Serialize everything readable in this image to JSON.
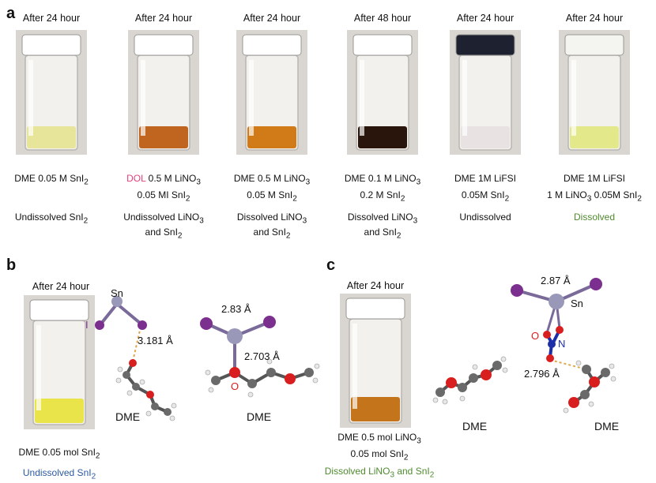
{
  "panels": {
    "a": "a",
    "b": "b",
    "c": "c"
  },
  "panel_a": {
    "vials": [
      {
        "title": "After 24 hour",
        "cap_color": "#ffffff",
        "liquid_color": "#e6e59a",
        "label_pink": "",
        "label_line1": "DME 0.05 M SnI",
        "label_line1_sub": "2",
        "label_line2": "",
        "label_line2_sub": "",
        "label_line3": "",
        "label_line3_sub": "",
        "status_line1": "Undissolved SnI",
        "status_line1_sub": "2",
        "status_line2": "",
        "status_line2_sub": "",
        "status_color": "#111111"
      },
      {
        "title": "After 24 hour",
        "cap_color": "#ffffff",
        "liquid_color": "#c0651f",
        "label_pink": "DOL",
        "label_line1": " 0.5 M LiNO",
        "label_line1_sub": "3",
        "label_line2": "0.05 MI SnI",
        "label_line2_sub": "2",
        "label_line3": "",
        "label_line3_sub": "",
        "status_line1": "Undissolved LiNO",
        "status_line1_sub": "3",
        "status_line2": "and SnI",
        "status_line2_sub": "2",
        "status_color": "#111111"
      },
      {
        "title": "After 24 hour",
        "cap_color": "#ffffff",
        "liquid_color": "#d07a18",
        "label_pink": "",
        "label_line1": "DME 0.5 M LiNO",
        "label_line1_sub": "3",
        "label_line2": "0.05 M SnI",
        "label_line2_sub": "2",
        "label_line3": "",
        "label_line3_sub": "",
        "status_line1": "Dissolved LiNO",
        "status_line1_sub": "3",
        "status_line2": "and SnI",
        "status_line2_sub": "2",
        "status_color": "#111111"
      },
      {
        "title": "After 48 hour",
        "cap_color": "#ffffff",
        "liquid_color": "#2a150d",
        "label_pink": "",
        "label_line1": "DME 0.1 M LiNO",
        "label_line1_sub": "3",
        "label_line2": "0.2 M SnI",
        "label_line2_sub": "2",
        "label_line3": "",
        "label_line3_sub": "",
        "status_line1": "Dissolved LiNO",
        "status_line1_sub": "3",
        "status_line2": "and SnI",
        "status_line2_sub": "2",
        "status_color": "#111111"
      },
      {
        "title": "After 24 hour",
        "cap_color": "#1e2230",
        "liquid_color": "#e8e2e2",
        "label_pink": "",
        "label_line1": "DME 1M LiFSI",
        "label_line1_sub": "",
        "label_line2": "0.05M SnI",
        "label_line2_sub": "2",
        "label_line3": "",
        "label_line3_sub": "",
        "status_line1": "Undissolved",
        "status_line1_sub": "",
        "status_line2": "",
        "status_line2_sub": "",
        "status_color": "#111111"
      },
      {
        "title": "After 24 hour",
        "cap_color": "#f4f4f0",
        "liquid_color": "#e3e88a",
        "label_pink": "",
        "label_line1": "DME  1M LiFSI",
        "label_line1_sub": "",
        "label_line2": "1 M LiNO",
        "label_line2_sub": "3",
        "label_line3": "  0.05M SnI",
        "label_line3_sub": "2",
        "status_line1": "Dissolved",
        "status_line1_sub": "",
        "status_line2": "",
        "status_line2_sub": "",
        "status_color": "#4f8a2f"
      }
    ]
  },
  "panel_b": {
    "vial_title": "After 24 hour",
    "cap_color": "#ffffff",
    "liquid_color": "#e8e44a",
    "caption": "DME 0.05 mol SnI",
    "caption_sub": "2",
    "status": "Undissolved SnI",
    "status_sub": "2",
    "status_color": "#2c5aa0",
    "mol1": {
      "atom_sn": "Sn",
      "atom_i": "I",
      "distance": "3.181 Å",
      "name": "DME"
    },
    "mol2": {
      "distance_top": "2.83 Å",
      "distance_o": "2.703 Å",
      "atom_o": "O",
      "name": "DME"
    }
  },
  "panel_c": {
    "vial_title": "After 24 hour",
    "cap_color": "#ffffff",
    "liquid_color": "#c4741a",
    "caption_line1": "DME 0.5 mol LiNO",
    "caption_line1_sub": "3",
    "caption_line2": "0.05 mol SnI",
    "caption_line2_sub": "2",
    "status_a": "Dissolved LiNO",
    "status_a_sub": "3",
    "status_b": " and SnI",
    "status_b_sub": "2",
    "status_color": "#4f8a2f",
    "mol1": {
      "name": "DME"
    },
    "mol2": {
      "distance_top": "2.87 Å",
      "atom_i": "I",
      "atom_sn": "Sn",
      "atom_o": "O",
      "atom_n": "N",
      "distance": "2.796 Å",
      "name": "DME"
    }
  },
  "colors": {
    "iodine": "#7b2f8e",
    "tin": "#9a98b8",
    "oxygen": "#d81e1e",
    "nitrogen": "#1d2fa8",
    "carbon": "#6a6a6a",
    "hydrogen": "#e8e8e8",
    "hbond": "#e0a64a"
  }
}
